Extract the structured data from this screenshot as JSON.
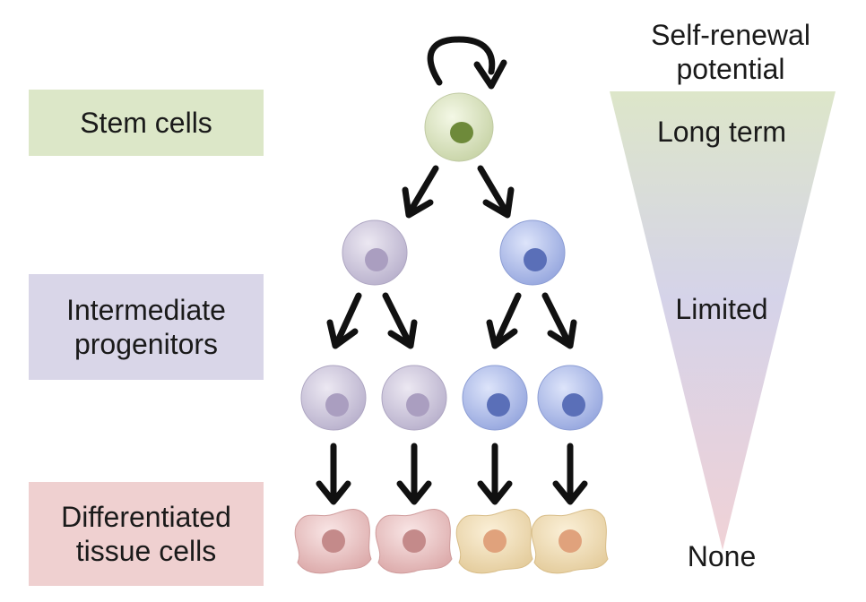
{
  "levels": {
    "stem": {
      "label": "Stem cells"
    },
    "intermediate": {
      "line1": "Intermediate",
      "line2": "progenitors"
    },
    "differentiated": {
      "line1": "Differentiated",
      "line2": "tissue cells"
    }
  },
  "renewal": {
    "title_line1": "Self-renewal",
    "title_line2": "potential",
    "long_term": "Long term",
    "limited": "Limited",
    "none": "None"
  },
  "colors": {
    "stem_box": "#dce7c8",
    "intermediate_box": "#d9d6e8",
    "differentiated_box": "#efd0d0",
    "gradient_top": "#dde6c9",
    "gradient_mid": "#d5d3e9",
    "gradient_bottom": "#f0d2d6",
    "purple_lineage": "#c9c3dc",
    "blue_lineage": "#a9b8e8"
  }
}
